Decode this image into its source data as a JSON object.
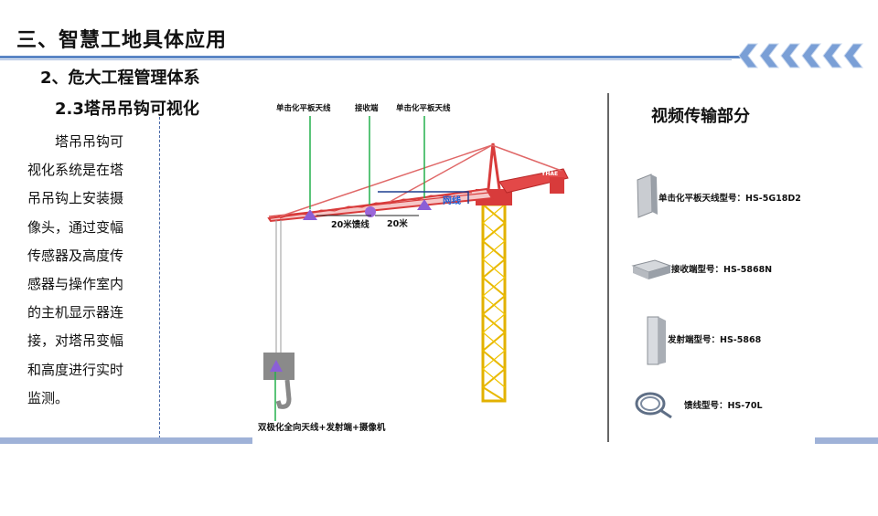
{
  "header": {
    "title": "三、智慧工地具体应用",
    "colors": {
      "accent": "#5b86c5",
      "chevron": "#7a9fd6"
    }
  },
  "section": {
    "heading": "2、危大工程管理体系",
    "subheading": "2.3塔吊吊钩可视化"
  },
  "description": {
    "lines": [
      "塔吊吊钩可",
      "视化系统是在塔",
      "吊吊钩上安装摄",
      "像头，通过变幅",
      "传感器及高度传",
      "感器与操作室内",
      "的主机显示器连",
      "接，对塔吊变幅",
      "和高度进行实时",
      "监测。"
    ]
  },
  "diagram": {
    "labels": {
      "antenna_left": "单击化平板天线",
      "receiver": "接收端",
      "antenna_right": "单击化平板天线",
      "network": "网线",
      "feeder": "20米馈线",
      "distance": "20米",
      "hook_unit": "双极化全向天线+发射端+摄像机"
    },
    "crane_brand": "YHAE"
  },
  "video_panel": {
    "title": "视频传输部分",
    "items": [
      {
        "icon": "flat-panel-antenna-icon",
        "label": "单击化平板天线型号：HS-5G18D2"
      },
      {
        "icon": "receiver-device-icon",
        "label": "接收端型号：HS-5868N"
      },
      {
        "icon": "transmitter-device-icon",
        "label": "发射端型号：HS-5868"
      },
      {
        "icon": "feeder-cable-icon",
        "label": "馈线型号：HS-70L"
      }
    ]
  }
}
